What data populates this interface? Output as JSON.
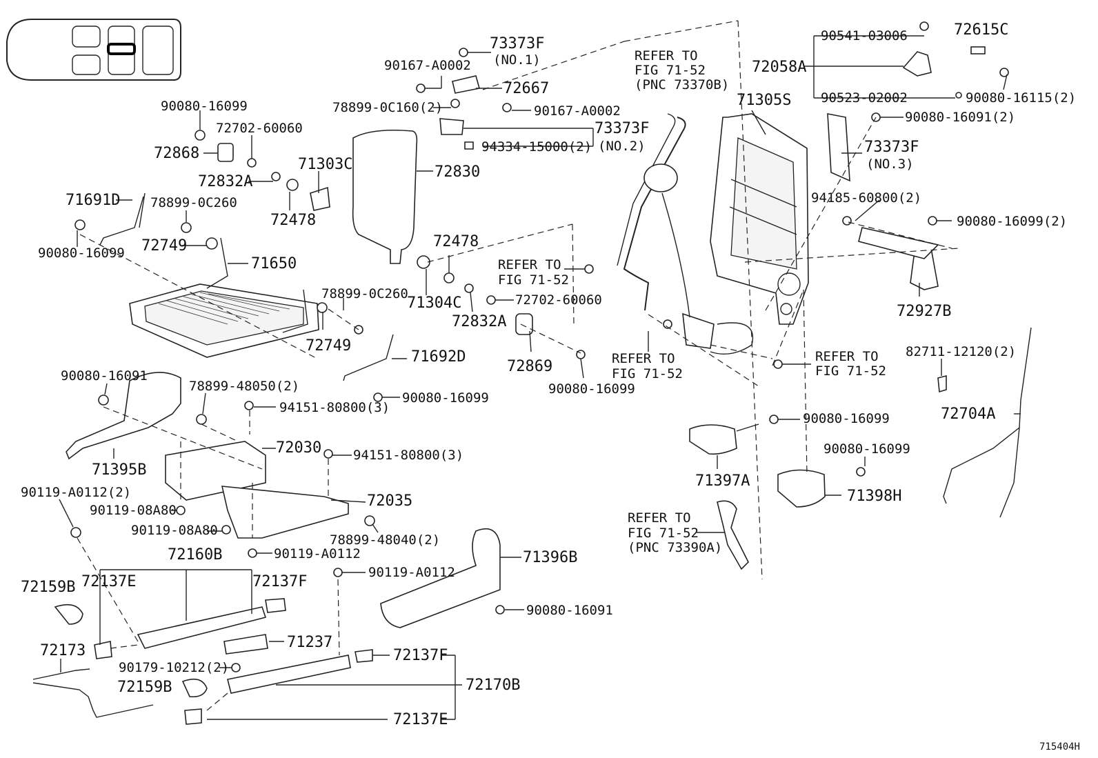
{
  "catalog_number": "715404H",
  "labels": {
    "p73373F_1": "73373F",
    "p73373F_1_no": "(NO.1)",
    "p90167_a": "90167-A0002",
    "p72667": "72667",
    "p78899_0C160": "78899-0C160(2)",
    "p90167_b": "90167-A0002",
    "p73373F_2": "73373F",
    "p94334": "94334-15000(2)",
    "p73373F_2_no": "(NO.2)",
    "refer1_a": "REFER TO",
    "refer1_b": "FIG 71-52",
    "refer1_c": "(PNC 73370B)",
    "p71305S": "71305S",
    "p90541": "90541-03006",
    "p72615C": "72615C",
    "p72058A": "72058A",
    "p90523": "90523-02002",
    "p90080_16115": "90080-16115(2)",
    "p90080_16091_2": "90080-16091(2)",
    "p73373F_3": "73373F",
    "p73373F_3_no": "(NO.3)",
    "p90080_16099_top": "90080-16099",
    "p72702_60060_top": "72702-60060",
    "p72868": "72868",
    "p72832A_top": "72832A",
    "p71303C": "71303C",
    "p72830": "72830",
    "p72478_top": "72478",
    "p71691D": "71691D",
    "p78899_0C260_top": "78899-0C260",
    "p90080_16099_left": "90080-16099",
    "p72749_top": "72749",
    "p71650": "71650",
    "p72478_mid": "72478",
    "p71304C": "71304C",
    "p72832A_mid": "72832A",
    "p72702_60060_mid": "72702-60060",
    "refer2_a": "REFER TO",
    "refer2_b": "FIG 71-52",
    "p94185": "94185-60800(2)",
    "p90080_16099_2": "90080-16099(2)",
    "p72927B": "72927B",
    "p78899_0C260_mid": "78899-0C260",
    "p72749_mid": "72749",
    "p71692D": "71692D",
    "p72869": "72869",
    "p90080_16099_mid": "90080-16099",
    "p90080_16099_b": "90080-16099",
    "refer3_a": "REFER TO",
    "refer3_b": "FIG 71-52",
    "refer4_a": "REFER TO",
    "refer4_b": "FIG 71-52",
    "p82711": "82711-12120(2)",
    "p90080_16091_left": "90080-16091",
    "p78899_48050": "78899-48050(2)",
    "p94151_1": "94151-80800(3)",
    "p71395B": "71395B",
    "p72030": "72030",
    "p94151_2": "94151-80800(3)",
    "p90080_16099_r1": "90080-16099",
    "p72704A": "72704A",
    "p71397A": "71397A",
    "p90080_16099_r2": "90080-16099",
    "p71398H": "71398H",
    "p90119_A0112_2": "90119-A0112(2)",
    "p72035": "72035",
    "p90119_08A80_a": "90119-08A80",
    "p90119_08A80_b": "90119-08A80",
    "p78899_48040": "78899-48040(2)",
    "refer5_a": "REFER TO",
    "refer5_b": "FIG 71-52",
    "refer5_c": "(PNC 73390A)",
    "p90119_A0112_a": "90119-A0112",
    "p90119_A0112_b": "90119-A0112",
    "p71396B": "71396B",
    "p72160B": "72160B",
    "p72159B_top": "72159B",
    "p72137E_top": "72137E",
    "p72137F_top": "72137F",
    "p90080_16091_bottom": "90080-16091",
    "p71237": "71237",
    "p72173": "72173",
    "p90179": "90179-10212(2)",
    "p72137F_bot": "72137F",
    "p72159B_bot": "72159B",
    "p72170B": "72170B",
    "p72137E_bot": "72137E"
  }
}
